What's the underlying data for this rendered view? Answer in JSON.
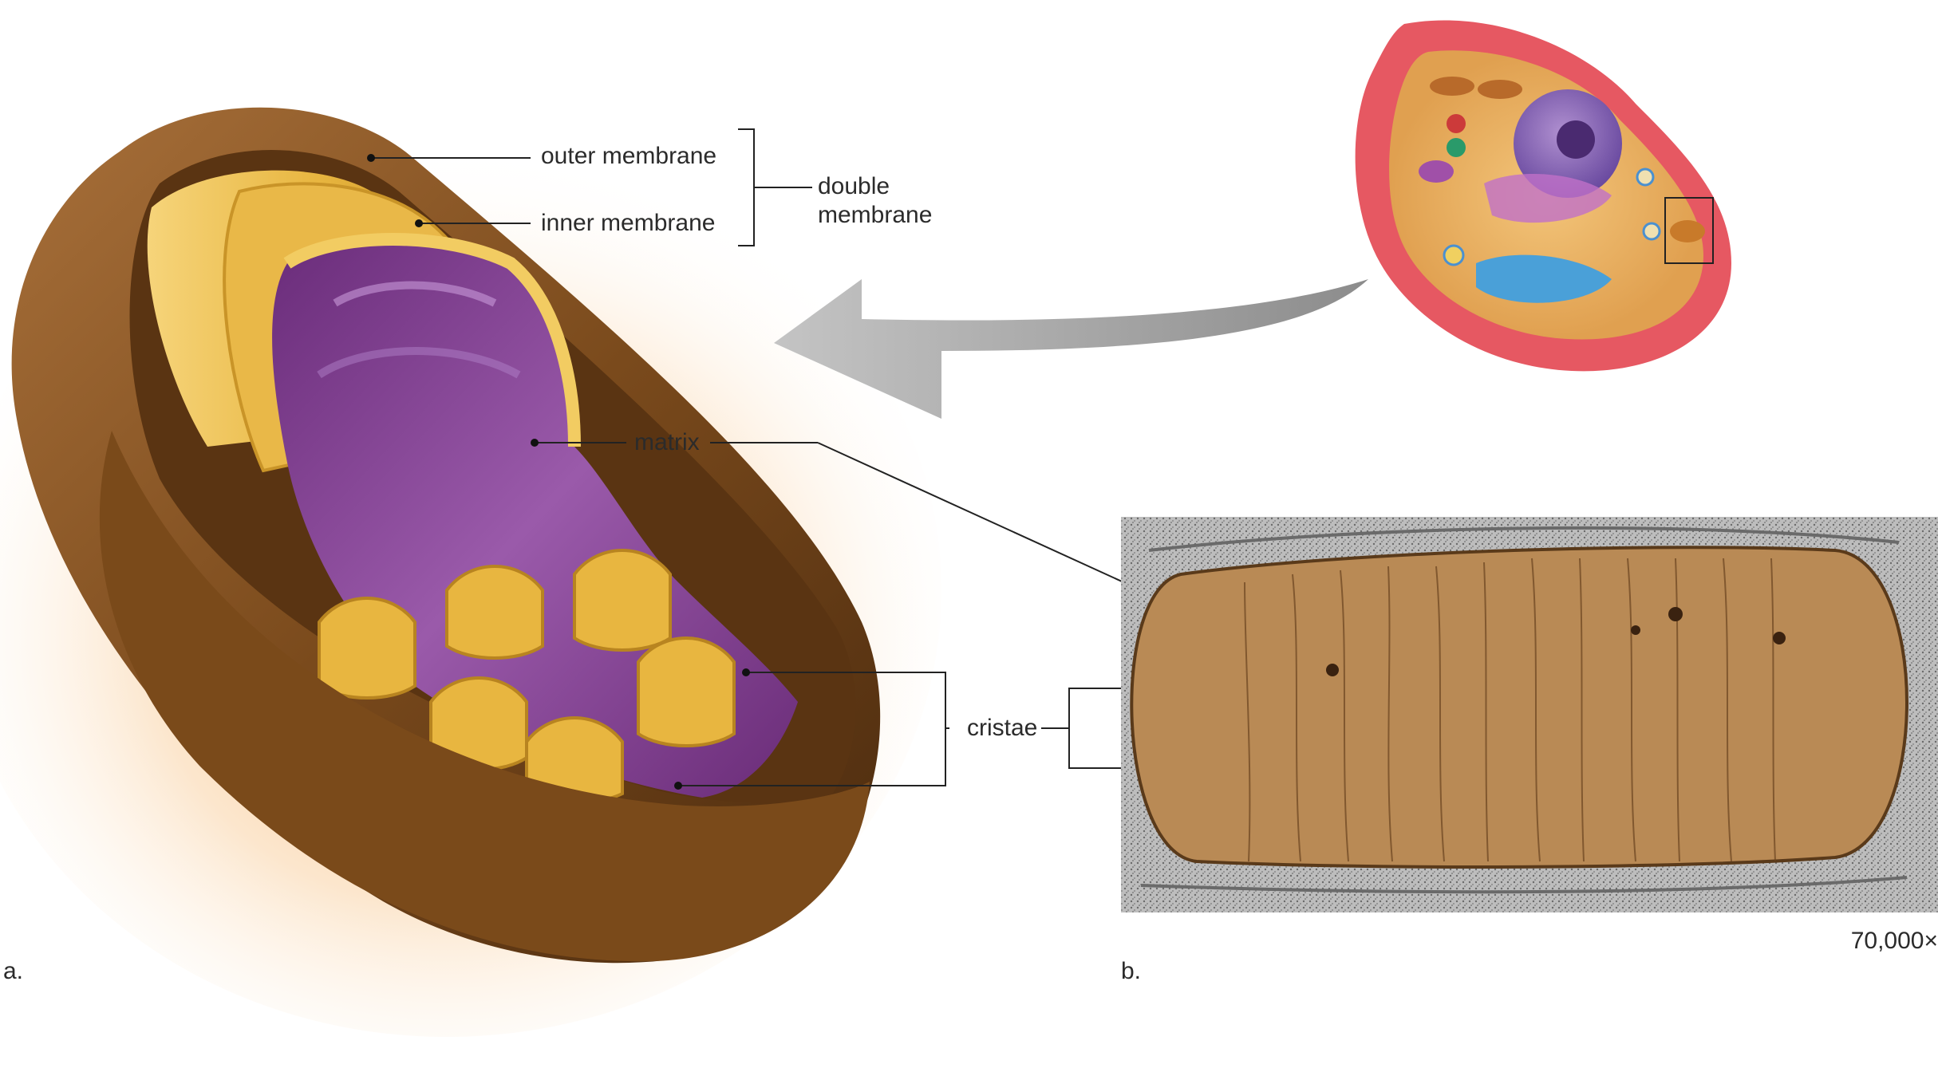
{
  "labels": {
    "outer_membrane": "outer membrane",
    "inner_membrane": "inner membrane",
    "double_membrane_line1": "double",
    "double_membrane_line2": "membrane",
    "matrix": "matrix",
    "cristae": "cristae"
  },
  "panels": {
    "a": "a.",
    "b": "b."
  },
  "magnification": "70,000×",
  "colors": {
    "outer_membrane": "#7a4a1a",
    "inner_membrane": "#e8b640",
    "matrix": "#8a4a9a",
    "micrograph_mitochondrion": "#b98a55",
    "cell_membrane": "#e0505a",
    "arrow": "#c8c8c8"
  }
}
